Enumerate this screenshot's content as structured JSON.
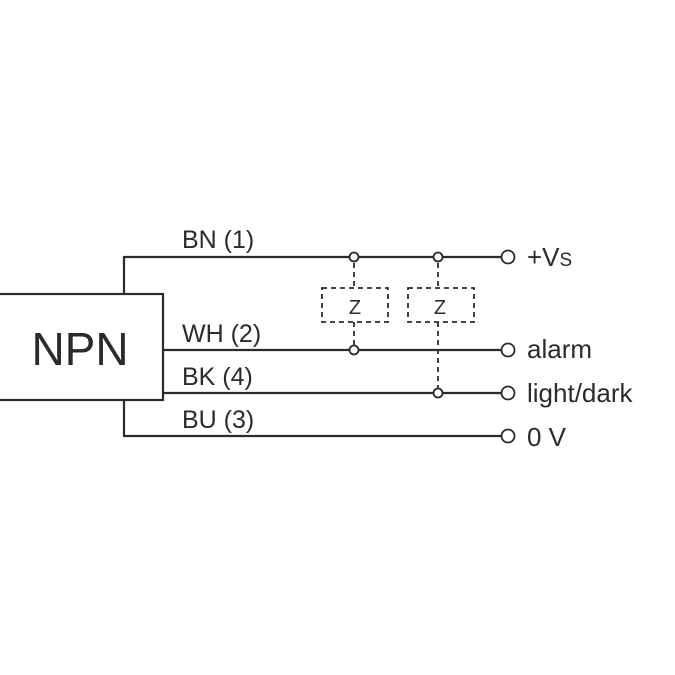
{
  "device": {
    "label": "NPN"
  },
  "wires": [
    {
      "label": "BN (1)",
      "terminal": "+V",
      "terminal_sub": "S"
    },
    {
      "label": "WH (2)",
      "terminal": "alarm"
    },
    {
      "label": "BK (4)",
      "terminal": "light/dark"
    },
    {
      "label": "BU (3)",
      "terminal": "0 V"
    }
  ],
  "loads": [
    {
      "label": "Z"
    },
    {
      "label": "Z"
    }
  ],
  "colors": {
    "line": "#2b2b2b",
    "background": "#ffffff"
  }
}
